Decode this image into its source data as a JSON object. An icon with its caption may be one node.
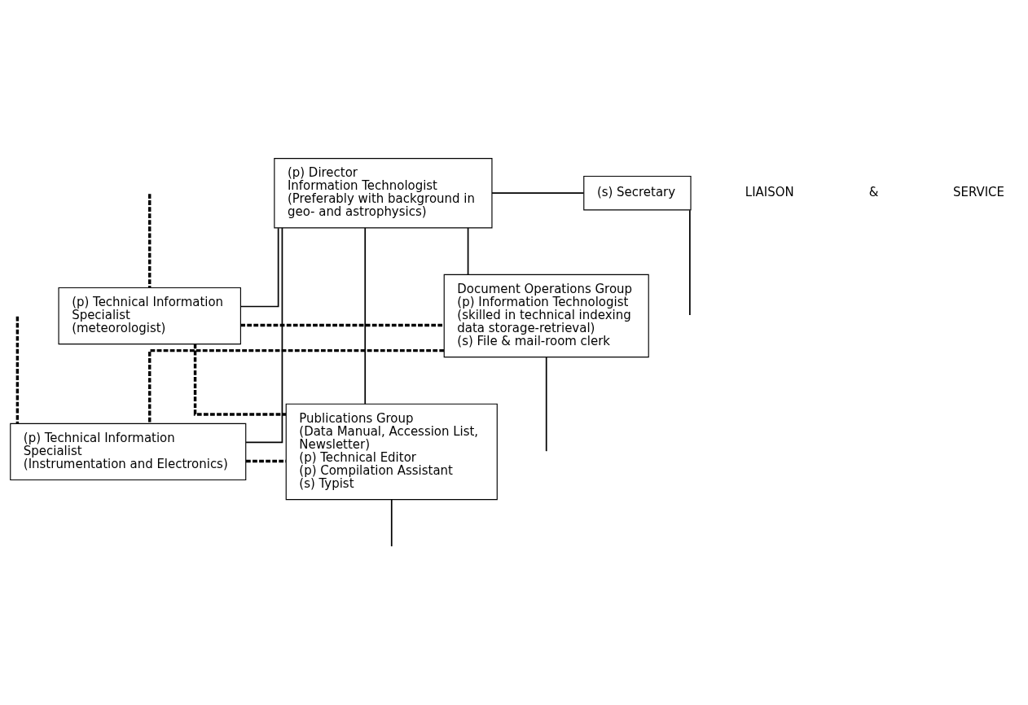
{
  "diagram": {
    "nodes": [
      {
        "text": [
          "(p) Director",
          "Information Technologist",
          "(Preferably with background in geo- and astrophysics)"
        ]
      },
      {
        "text": [
          "(s) Secretary"
        ]
      },
      {
        "text": [
          "Document Operations Group",
          "(p) Information Technologist",
          "(skilled in technical indexing data storage-retrieval)",
          "(s) File & mail-room clerk"
        ]
      },
      {
        "text": [
          "(p) Technical Information Specialist",
          "(meteorologist)"
        ]
      },
      {
        "text": [
          "(p) Technical Information Specialist",
          "(Instrumentation and Electronics)"
        ]
      },
      {
        "text": [
          "Publications Group",
          "(Data Manual, Accession List, Newsletter)",
          "(p) Technical Editor",
          "(p) Compilation Assistant",
          "(s) Typist"
        ]
      }
    ],
    "edges": [
      {
        "from": 0,
        "to": 1,
        "arrow": "none"
      },
      {
        "from": 1,
        "to": null,
        "arrow": "none"
      },
      {
        "from": 0,
        "to": 2,
        "arrow": "none"
      },
      {
        "from": 0,
        "to": 3,
        "arrow": "none"
      },
      {
        "from": 0,
        "to": 4,
        "arrow": "none"
      },
      {
        "from": 0,
        "to": 5,
        "arrow": "none"
      },
      {
        "from": 2,
        "to": null,
        "arrow": "none"
      },
      {
        "from": 5,
        "to": null,
        "arrow": "none"
      },
      {
        "from": null,
        "to": 3,
        "arrow": "none",
        "style": "dashed"
      },
      {
        "from": null,
        "to": 4,
        "arrow": "none",
        "style": "dashed"
      },
      {
        "from": 3,
        "to": 2,
        "arrow": "none",
        "style": "dashed"
      },
      {
        "from": 3,
        "to": 5,
        "arrow": "none",
        "style": "dashed"
      },
      {
        "from": 2,
        "to": 4,
        "arrow": "none",
        "style": "dashed"
      },
      {
        "from": 4,
        "to": 5,
        "arrow": "none",
        "style": "dashed"
      }
    ],
    "labels": [
      "LIAISON",
      "&",
      "SERVICE"
    ]
  }
}
